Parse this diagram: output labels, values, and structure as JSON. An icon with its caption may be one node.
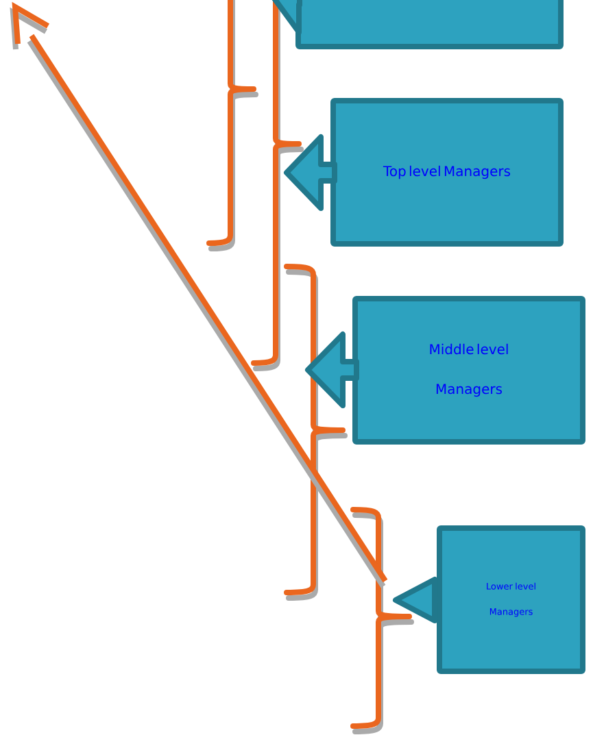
{
  "diagram": {
    "nodes": [
      {
        "text": [],
        "shape": "box"
      },
      {
        "text": [
          "Top level Managers"
        ]
      },
      {
        "text": [
          "Middle level Managers"
        ]
      },
      {
        "text": [
          "Lower level Managers"
        ]
      }
    ]
  }
}
